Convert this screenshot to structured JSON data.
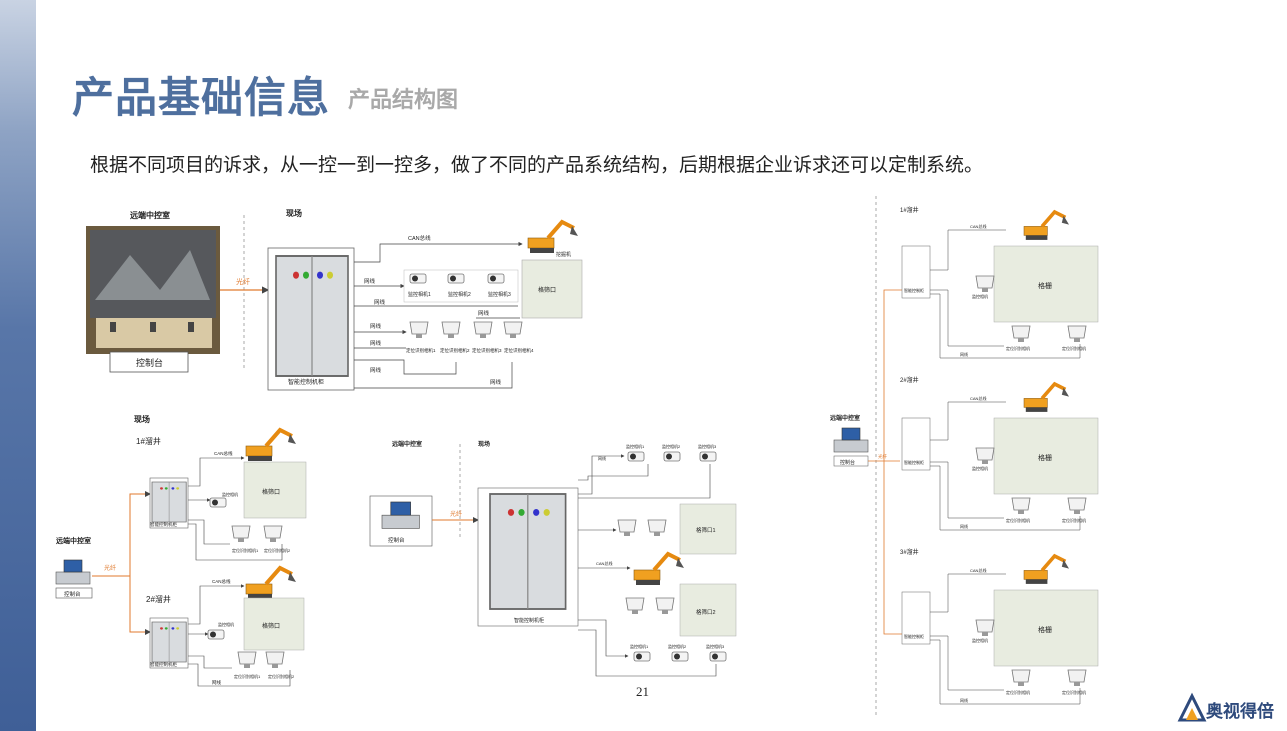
{
  "header": {
    "title": "产品基础信息",
    "subtitle": "产品结构图",
    "description": "根据不同项目的诉求，从一控一到一控多，做了不同的产品系统结构，后期根据企业诉求还可以定制系统。"
  },
  "page_number": "21",
  "logo": {
    "text": "奥视得倍"
  },
  "colors": {
    "accent": "#4e6f9e",
    "fiber": "#e07a2e",
    "excavator": "#f0a020",
    "area": "#e8ece0"
  },
  "diagram1": {
    "remote_label": "远端中控室",
    "site_label": "现场",
    "console_label": "控制台",
    "fiber_label": "光纤",
    "cabinet_label": "智能控制机柜",
    "can_label": "CAN总线",
    "net_label": "网线",
    "excavator_label": "挖掘机",
    "area_label": "格筛口",
    "cameras": [
      "监控相机1",
      "监控相机2",
      "监控相机3"
    ],
    "sensors": [
      "定位识别相机1",
      "定位识别相机2",
      "定位识别相机3",
      "定位识别相机4"
    ]
  },
  "diagram2": {
    "site_label": "现场",
    "remote_label": "远端中控室",
    "fiber_label": "光纤",
    "console_label": "控制台",
    "wells": [
      {
        "label": "1#溜井",
        "cabinet": "智能控制机柜",
        "area": "格筛口",
        "camera": "监控相机",
        "sensors": [
          "定位识别相机1",
          "定位识别相机2"
        ]
      },
      {
        "label": "2#溜井",
        "cabinet": "智能控制机柜",
        "area": "格筛口",
        "camera": "监控相机",
        "sensors": [
          "定位识别相机1",
          "定位识别相机2"
        ]
      }
    ],
    "can_label": "CAN总线",
    "net_label": "网线"
  },
  "diagram3": {
    "remote_label": "远端中控室",
    "site_label": "现场",
    "fiber_label": "光纤",
    "console_label": "控制台",
    "cabinet_label": "智能控制机柜",
    "cams_top": [
      "监控相机1",
      "监控相机2",
      "监控相机3"
    ],
    "cams_bottom": [
      "监控相机1",
      "监控相机2",
      "监控相机3"
    ],
    "area1": "格筛口1",
    "area2": "格筛口2",
    "can_label": "CAN总线",
    "net_label": "网线"
  },
  "diagram4": {
    "remote_label": "远端中控室",
    "console_label": "控制台",
    "fiber_label": "光纤",
    "wells": [
      {
        "label": "1#溜井",
        "cabinet": "智能控制柜",
        "area": "格栅",
        "camera": "监控相机",
        "sensors": [
          "定位识别相机",
          "定位识别相机"
        ]
      },
      {
        "label": "2#溜井",
        "cabinet": "智能控制柜",
        "area": "格栅",
        "camera": "监控相机",
        "sensors": [
          "定位识别相机",
          "定位识别相机"
        ]
      },
      {
        "label": "3#溜井",
        "cabinet": "智能控制柜",
        "area": "格栅",
        "camera": "监控相机",
        "sensors": [
          "定位识别相机",
          "定位识别相机"
        ]
      }
    ],
    "can_label": "CAN总线",
    "net_label": "网线"
  }
}
